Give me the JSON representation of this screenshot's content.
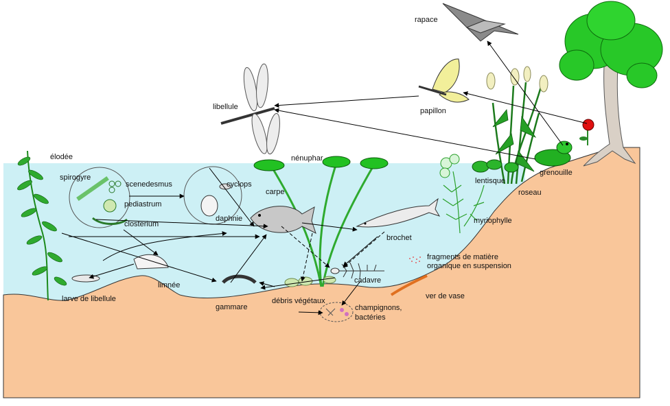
{
  "labels": {
    "rapace": "rapace",
    "libellule": "libellule",
    "papillon": "papillon",
    "elodee": "élodée",
    "nenuphar": "nénuphar",
    "spirogyre": "spirogyre",
    "scenedesmus": "scenedesmus",
    "pediastrum": "pediastrum",
    "closterium": "closterium",
    "cyclops": "cyclops",
    "daphnie": "daphnie",
    "carpe": "carpe",
    "lentisque": "lentisque",
    "roseau": "roseau",
    "grenouille": "grenouille",
    "myriophylle": "myriophylle",
    "brochet": "brochet",
    "fragments_1": "fragments  de matière",
    "fragments_2": "organique en suspension",
    "cadavre": "cadavre",
    "ver_de_vase": "ver de vase",
    "limnee": "limnée",
    "larve_libellule": "larve de libellule",
    "gammare": "gammare",
    "debris": "débris végétaux",
    "champignons_1": "champignons,",
    "champignons_2": "bactéries"
  },
  "colors": {
    "water": "#cdf0f5",
    "soil": "#f9c69a",
    "plant_green": "#2faa2f",
    "leaf_green": "#22c122",
    "tree_green": "#28c828",
    "trunk": "#d9d0c6",
    "arrow": "#000000"
  }
}
